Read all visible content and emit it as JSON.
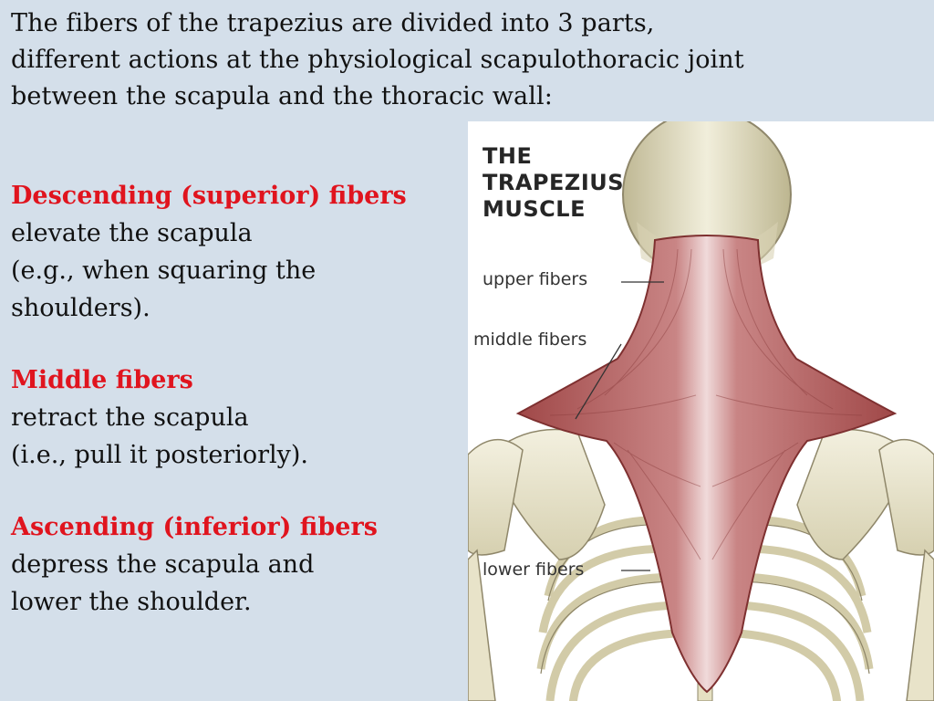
{
  "slide": {
    "intro_lines": [
      "The fibers of the trapezius are divided into 3 parts,",
      "different actions at the physiological scapulothoracic joint",
      "between the scapula and the thoracic wall:"
    ],
    "sections": [
      {
        "title": "Descending (superior) fibers",
        "lines": [
          "elevate the scapula",
          "(e.g., when squaring the",
          "shoulders)."
        ]
      },
      {
        "title": "Middle fibers",
        "lines": [
          "retract the scapula",
          "(i.e., pull it posteriorly)."
        ]
      },
      {
        "title": "Ascending (inferior) fibers",
        "lines": [
          "depress the scapula and",
          "lower the shoulder."
        ]
      }
    ],
    "colors": {
      "background": "#d4dfea",
      "section_title": "#e0141e",
      "muscle": "#b85e5e",
      "bone": "#ece8d4"
    }
  },
  "figure": {
    "title_lines": [
      "THE",
      "TRAPEZIUS",
      "MUSCLE"
    ],
    "labels": {
      "upper": "upper fibers",
      "middle": "middle fibers",
      "lower": "lower fibers"
    }
  }
}
